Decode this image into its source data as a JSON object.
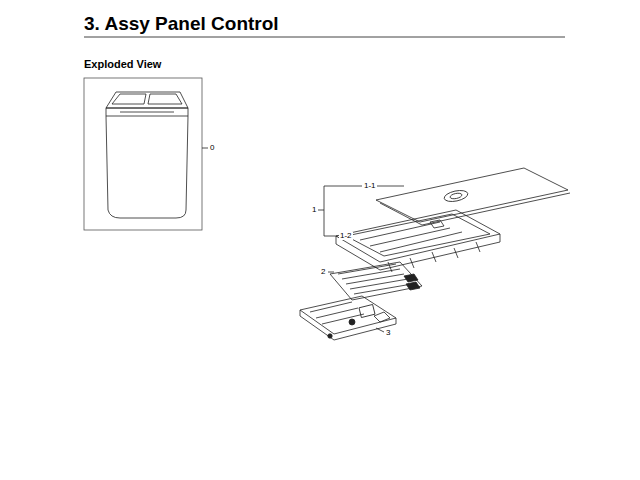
{
  "diagram": {
    "title": "3. Assy Panel Control",
    "labels": [
      "Exploded View",
      "0",
      "1-1",
      "1",
      "1-2",
      "2",
      "3"
    ]
  }
}
